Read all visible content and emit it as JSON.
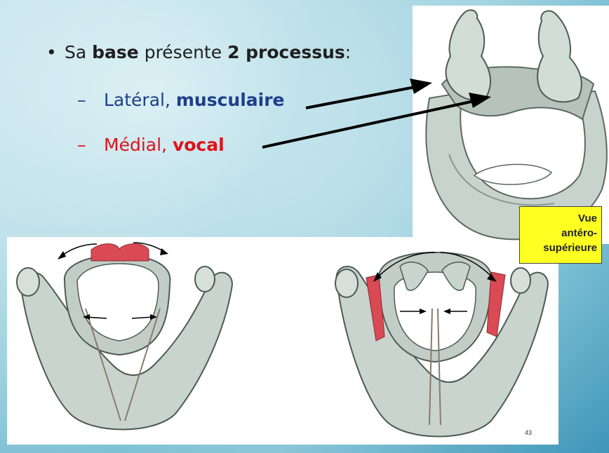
{
  "slide": {
    "bullet": {
      "prefix": "Sa ",
      "bold1": "base",
      "middle": " présente ",
      "bold2": "2 processus",
      "suffix": ":"
    },
    "sub_lateral": {
      "dash": "–",
      "label": "Latéral, ",
      "bold": "musculaire"
    },
    "sub_medial": {
      "dash": "–",
      "label": "Médial, ",
      "bold": "vocal"
    },
    "view_label": [
      "Vue",
      "antéro-",
      "supérieure"
    ],
    "page_number": "43"
  },
  "colors": {
    "navy": "#1e3f8a",
    "red": "#e0121a",
    "tag_yellow": "#ffff22",
    "bone": "#c9d4cf",
    "muscle": "#d94a55"
  }
}
